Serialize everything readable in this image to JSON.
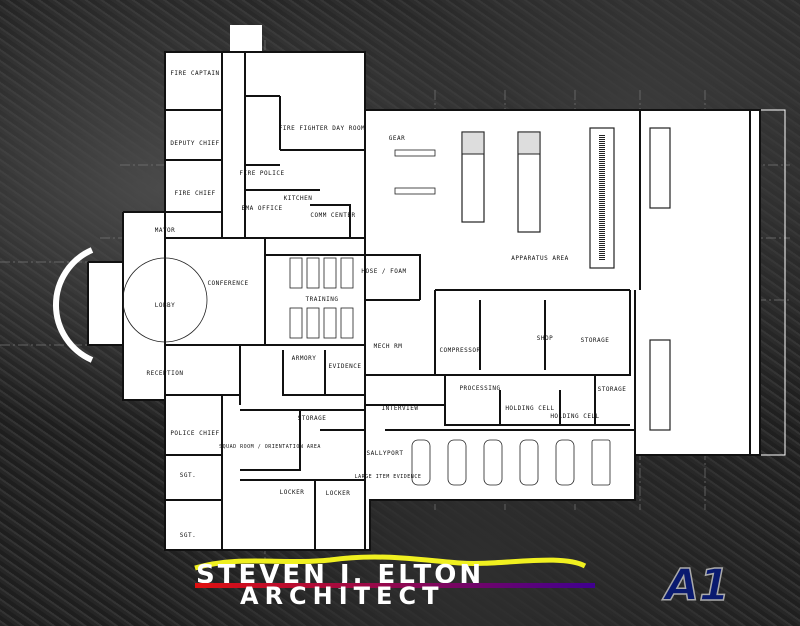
{
  "plan": {
    "rooms": {
      "fire_captain": "FIRE CAPTAIN",
      "deputy_chief": "DEPUTY CHIEF",
      "fire_chief": "FIRE CHIEF",
      "day_room": "FIRE FIGHTER DAY ROOM",
      "fire_police": "FIRE POLICE",
      "ema_office": "EMA OFFICE",
      "kitchen": "KITCHEN",
      "comm_center": "COMM CENTER",
      "gear": "GEAR",
      "mayor": "MAYOR",
      "conference": "CONFERENCE",
      "lobby": "LOBBY",
      "training": "TRAINING",
      "hose_foam": "HOSE / FOAM",
      "mech_rm": "MECH RM",
      "apparatus_area": "APPARATUS AREA",
      "compressor": "COMPRESSOR",
      "shop": "SHOP",
      "storage_1": "STORAGE",
      "storage_2": "STORAGE",
      "storage_3": "STORAGE",
      "processing": "PROCESSING",
      "holding_cell_1": "HOLDING CELL",
      "holding_cell_2": "HOLDING CELL",
      "reception": "RECEPTION",
      "armory": "ARMORY",
      "evidence": "EVIDENCE",
      "squad_room": "SQUAD ROOM / ORIENTATION AREA",
      "locker_1": "LOCKER",
      "locker_2": "LOCKER",
      "police_chief": "POLICE CHIEF",
      "sgt_1": "SGT.",
      "sgt_2": "SGT.",
      "interview": "INTERVIEW",
      "sallyport": "SALLYPORT",
      "large_item_evidence": "LARGE ITEM EVIDENCE"
    }
  },
  "logo": {
    "name": "STEVEN J. ELTON",
    "title": "ARCHITECT",
    "mark": "A1",
    "colors": {
      "swoosh": "#f0f020",
      "bar_start": "#e01010",
      "bar_end": "#400090",
      "mark": "#0a1a70"
    }
  }
}
